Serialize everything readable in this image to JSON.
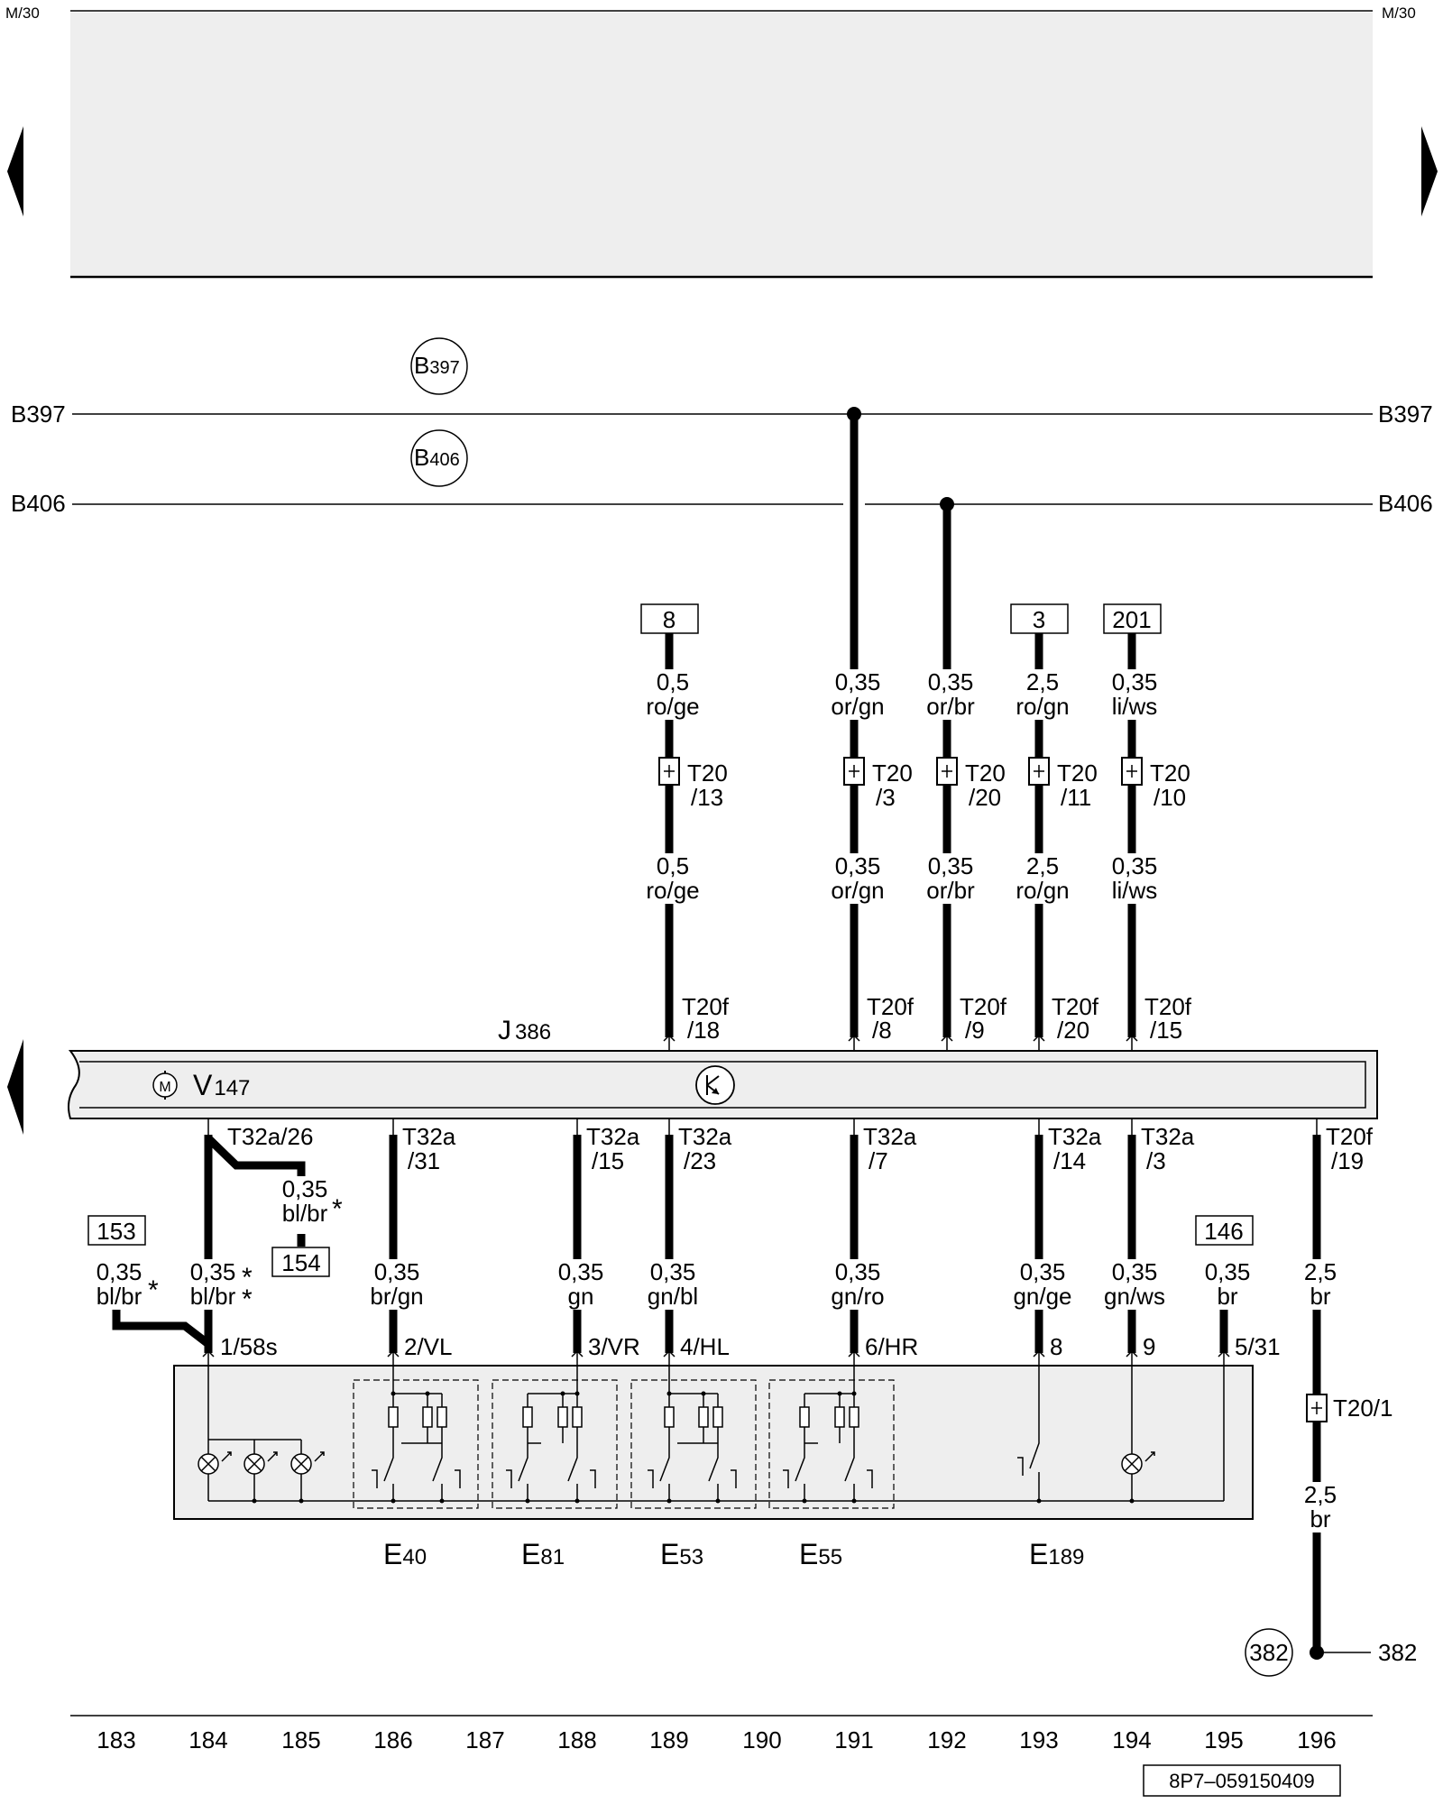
{
  "header": {
    "left_ref": "M/30",
    "right_ref": "M/30"
  },
  "bus": {
    "b397": {
      "left": "B397",
      "right": "B397",
      "circle_main": "B",
      "circle_sub": "397"
    },
    "b406": {
      "left": "B406",
      "right": "B406",
      "circle_main": "B",
      "circle_sub": "406"
    }
  },
  "refs": {
    "r8": "8",
    "r3": "3",
    "r201": "201",
    "r153": "153",
    "r154": "154",
    "r146": "146"
  },
  "upper_wires": {
    "w189": {
      "size": "0,5",
      "color": "ro/ge",
      "conn_a": "T20",
      "conn_b": "/13",
      "size2": "0,5",
      "color2": "ro/ge",
      "pin_a": "T20f",
      "pin_b": "/18"
    },
    "w191": {
      "size": "0,35",
      "color": "or/gn",
      "conn_a": "T20",
      "conn_b": "/3",
      "size2": "0,35",
      "color2": "or/gn",
      "pin_a": "T20f",
      "pin_b": "/8"
    },
    "w192": {
      "size": "0,35",
      "color": "or/br",
      "conn_a": "T20",
      "conn_b": "/20",
      "size2": "0,35",
      "color2": "or/br",
      "pin_a": "T20f",
      "pin_b": "/9"
    },
    "w193": {
      "size": "2,5",
      "color": "ro/gn",
      "conn_a": "T20",
      "conn_b": "/11",
      "size2": "2,5",
      "color2": "ro/gn",
      "pin_a": "T20f",
      "pin_b": "/20"
    },
    "w194": {
      "size": "0,35",
      "color": "li/ws",
      "conn_a": "T20",
      "conn_b": "/10",
      "size2": "0,35",
      "color2": "li/ws",
      "pin_a": "T20f",
      "pin_b": "/15"
    }
  },
  "module": {
    "j_main": "J",
    "j_sub": "386",
    "v_main": "V",
    "v_sub": "147",
    "motor_symbol": "M"
  },
  "lower_wires": {
    "w184": {
      "pin": "T32a/26",
      "size": "0,35",
      "color": "bl/br",
      "mark": "*",
      "mark2": "*",
      "term": "1/58s"
    },
    "w184b": {
      "size": "0,35",
      "color": "bl/br",
      "mark": "*"
    },
    "w183": {
      "size": "0,35",
      "color": "bl/br",
      "mark": "*"
    },
    "w186": {
      "pin_a": "T32a",
      "pin_b": "/31",
      "size": "0,35",
      "color": "br/gn",
      "term": "2/VL"
    },
    "w188": {
      "pin_a": "T32a",
      "pin_b": "/15",
      "size": "0,35",
      "color": "gn",
      "term": "3/VR"
    },
    "w189": {
      "pin_a": "T32a",
      "pin_b": "/23",
      "size": "0,35",
      "color": "gn/bl",
      "term": "4/HL"
    },
    "w191": {
      "pin_a": "T32a",
      "pin_b": "/7",
      "size": "0,35",
      "color": "gn/ro",
      "term": "6/HR"
    },
    "w193": {
      "pin_a": "T32a",
      "pin_b": "/14",
      "size": "0,35",
      "color": "gn/ge",
      "term": "8"
    },
    "w194": {
      "pin_a": "T32a",
      "pin_b": "/3",
      "size": "0,35",
      "color": "gn/ws",
      "term": "9"
    },
    "w195": {
      "size": "0,35",
      "color": "br",
      "term": "5/31"
    },
    "w196": {
      "pin_a": "T20f",
      "pin_b": "/19",
      "size": "2,5",
      "color": "br",
      "conn": "T20/1",
      "size2": "2,5",
      "color2": "br",
      "ground": "382",
      "ground_label": "382"
    }
  },
  "components": {
    "e40": {
      "main": "E",
      "sub": "40"
    },
    "e81": {
      "main": "E",
      "sub": "81"
    },
    "e53": {
      "main": "E",
      "sub": "53"
    },
    "e55": {
      "main": "E",
      "sub": "55"
    },
    "e189": {
      "main": "E",
      "sub": "189"
    }
  },
  "tracks": [
    "183",
    "184",
    "185",
    "186",
    "187",
    "188",
    "189",
    "190",
    "191",
    "192",
    "193",
    "194",
    "195",
    "196"
  ],
  "doc_id": "8P7–059150409"
}
